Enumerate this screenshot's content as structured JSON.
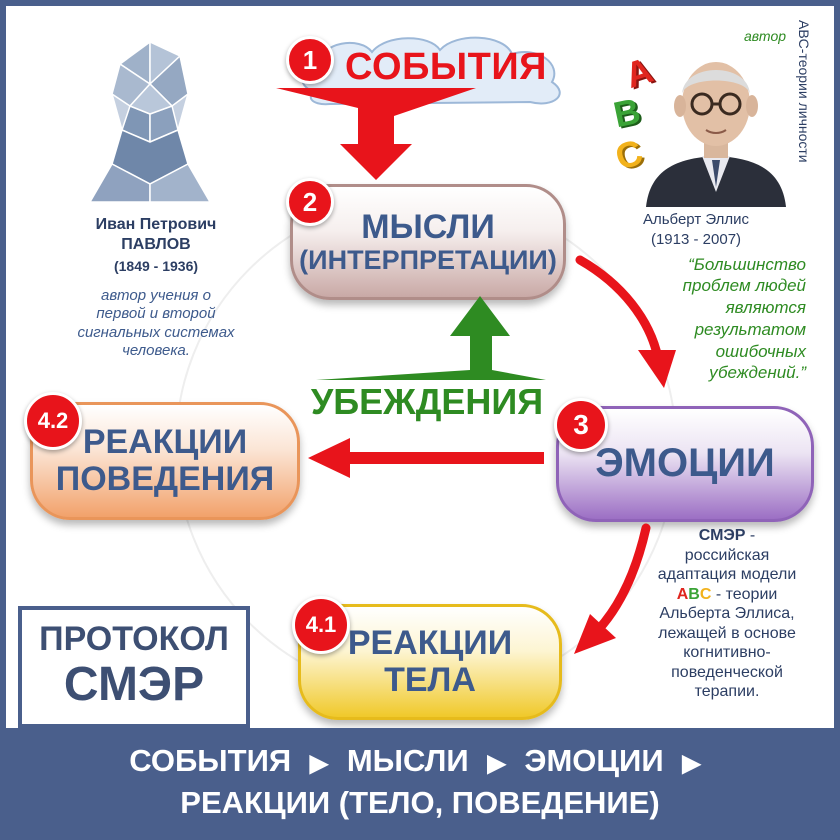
{
  "steps": {
    "events": {
      "number": "1",
      "label": "СОБЫТИЯ"
    },
    "thoughts": {
      "number": "2",
      "line1": "МЫСЛИ",
      "line2": "(ИНТЕРПРЕТАЦИИ)"
    },
    "emotions": {
      "number": "3",
      "label": "ЭМОЦИИ"
    },
    "behavior": {
      "number": "4.2",
      "line1": "РЕАКЦИИ",
      "line2": "ПОВЕДЕНИЯ"
    },
    "body": {
      "number": "4.1",
      "line1": "РЕАКЦИИ",
      "line2": "ТЕЛА"
    },
    "beliefs": {
      "label": "УБЕЖДЕНИЯ"
    }
  },
  "pavlov": {
    "name": "Иван Петрович",
    "surname": "ПАВЛОВ",
    "years": "(1849 - 1936)",
    "desc1": "автор учения о",
    "desc2": "первой и второй",
    "desc3": "сигнальных системах",
    "desc4": "человека."
  },
  "ellis": {
    "name": "Альберт Эллис",
    "years": "(1913 - 2007)",
    "vertical1": "автор",
    "vertical2": "ABC-теории личности",
    "letters": [
      "A",
      "B",
      "C"
    ],
    "quote1": "“Большинство",
    "quote2": "проблем людей",
    "quote3": "являются",
    "quote4": "результатом",
    "quote5": "ошибочных",
    "quote6": "убеждений.”"
  },
  "smer_note": {
    "title": "СМЭР",
    "dash": " -",
    "l1": "российская",
    "l2": "адаптация модели",
    "abc_a": "A",
    "abc_b": "B",
    "abc_c": "C",
    "l3_rest": " - теории",
    "l4": "Альберта Эллиса,",
    "l5": "лежащей в основе",
    "l6": "когнитивно-",
    "l7": "поведенческой",
    "l8": "терапии."
  },
  "protocol": {
    "line1": "ПРОТОКОЛ",
    "line2": "СМЭР"
  },
  "footer": {
    "w1": "СОБЫТИЯ",
    "w2": "МЫСЛИ",
    "w3": "ЭМОЦИИ",
    "arrow": "▶",
    "line2": "РЕАКЦИИ (ТЕЛО, ПОВЕДЕНИЕ)"
  },
  "colors": {
    "frame": "#4a5f8c",
    "red": "#e8141b",
    "green": "#2e8b22",
    "text_blue": "#3d5a8c",
    "letter_a": "#e0261f",
    "letter_b": "#3aa336",
    "letter_c": "#f2b21c"
  }
}
